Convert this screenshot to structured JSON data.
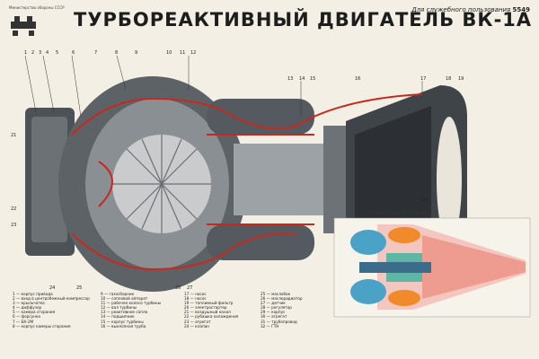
{
  "title": "ТУРБОРЕАКТИВНЫЙ ДВИГАТЕЛЬ ВК-1А",
  "top_right_text": "Для служебного пользования",
  "top_right_number": "5549",
  "top_left_small": "Министерство обороны СССР",
  "inset_title": "СХЕМА ПЕЧАТИ РАБОТЫ",
  "callouts_top": [
    "1",
    "2",
    "3",
    "4",
    "5",
    "6",
    "7",
    "8",
    "9",
    "10",
    "11",
    "12",
    "13",
    "14",
    "15",
    "16",
    "17",
    "18",
    "19"
  ],
  "callouts_side": [
    "21",
    "22",
    "23",
    "24",
    "25",
    "26",
    "27",
    "20"
  ],
  "legend": {
    "col1": [
      "1 — корпус привода",
      "2 — вход в центробежный компрессор",
      "3 — крыльчатка",
      "4 — диффузор",
      "5 — камера сгорания",
      "6 — форсунка",
      "7 — БК-2М",
      "8 — корпус камеры сгорания"
    ],
    "col2": [
      "9 — газосборник",
      "10 — сопловой аппарат",
      "11 — рабочее колесо турбины",
      "12 — вал турбины",
      "13 — реактивное сопло",
      "14 — подшипник",
      "15 — корпус турбины",
      "16 — выхлопная труба"
    ],
    "col3": [
      "17 — насос",
      "18 — насос",
      "19 — топливный фильтр",
      "20 — электростартер",
      "21 — воздушный канал",
      "22 — рубашка охлаждения",
      "23 — агрегат",
      "24 — клапан"
    ],
    "col4": [
      "25 — маслобак",
      "26 — маслорадиатор",
      "27 — датчик",
      "28 — регулятор",
      "29 — корпус",
      "30 — агрегат",
      "31 — трубопровод",
      "32 — ГТН"
    ]
  },
  "colors": {
    "accent": "#c62a1f",
    "body": "#5a5f64",
    "paper": "#f3efe4",
    "inset_blue": "#4aa3c7",
    "inset_orange": "#f08a2a"
  }
}
